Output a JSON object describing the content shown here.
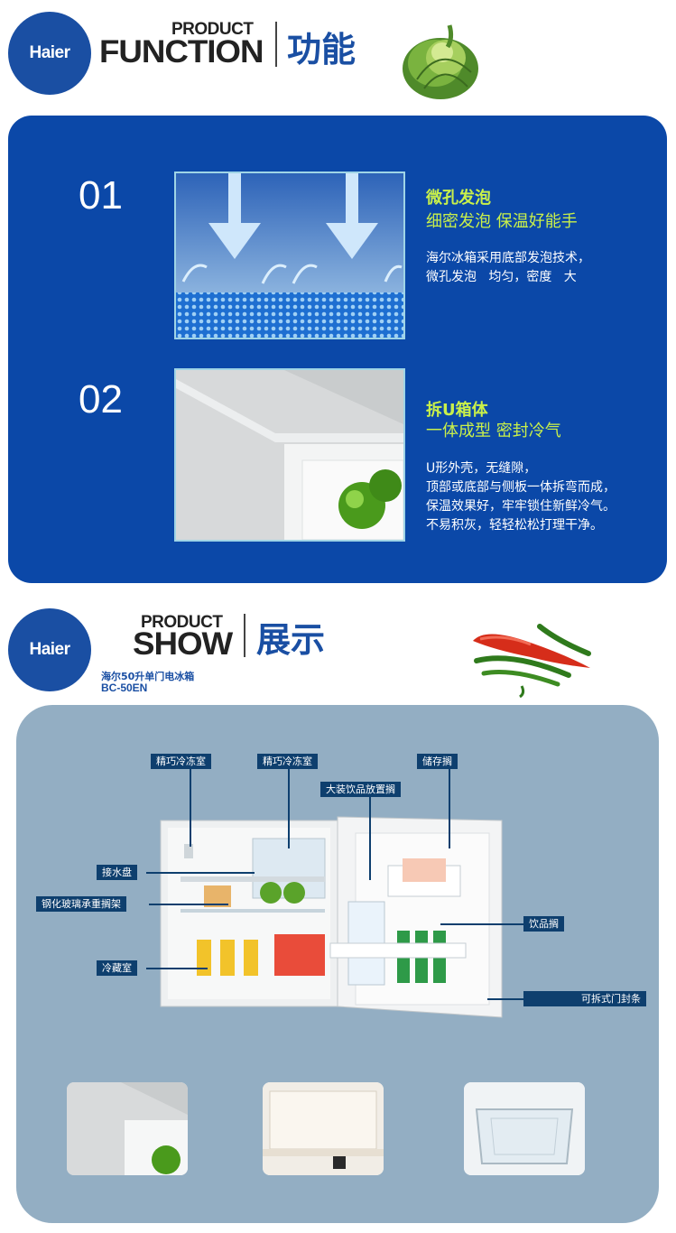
{
  "function_header": {
    "logo": "Haier",
    "product_word": "PRODUCT",
    "title_en": "FUNCTION",
    "title_zh": "功能",
    "decoration": "cabbage-icon"
  },
  "features": [
    {
      "number": "01",
      "title": "微孔发泡",
      "subtitle": "细密发泡  保温好能手",
      "description": "海尔冰箱采用底部发泡技术，\n微孔发泡   均匀，密度   大"
    },
    {
      "number": "02",
      "title": "拆U箱体",
      "subtitle": "一体成型  密封冷气",
      "description": "U形外壳，无缝隙，\n顶部或底部与侧板一体拆弯而成，\n保温效果好，牢牢锁住新鲜冷气。\n不易积灰，轻轻松松打理干净。"
    }
  ],
  "show_header": {
    "logo": "Haier",
    "product_word": "PRODUCT",
    "title_en": "SHOW",
    "title_zh": "展示",
    "model_name": "海尔50升单门电冰箱",
    "model_code": "BC-50EN",
    "decoration": "chili-pepper-icon"
  },
  "fridge_labels": {
    "freezer_left": "精巧冷冻室",
    "freezer_right": "精巧冷冻室",
    "large_drink_shelf": "大装饮品放置搁",
    "storage_shelf": "储存搁",
    "drip_tray": "接水盘",
    "glass_shelf": "钢化玻璃承重搁架",
    "drink_shelf": "饮品搁",
    "fridge_room": "冷藏室",
    "door_seal": "可拆式门封条"
  },
  "colors": {
    "brand_blue": "#1a4fa3",
    "panel_blue": "#0b48a8",
    "accent_green": "#c9f04a",
    "label_navy": "#0e3f6e",
    "grey_panel": "#93aec3"
  }
}
